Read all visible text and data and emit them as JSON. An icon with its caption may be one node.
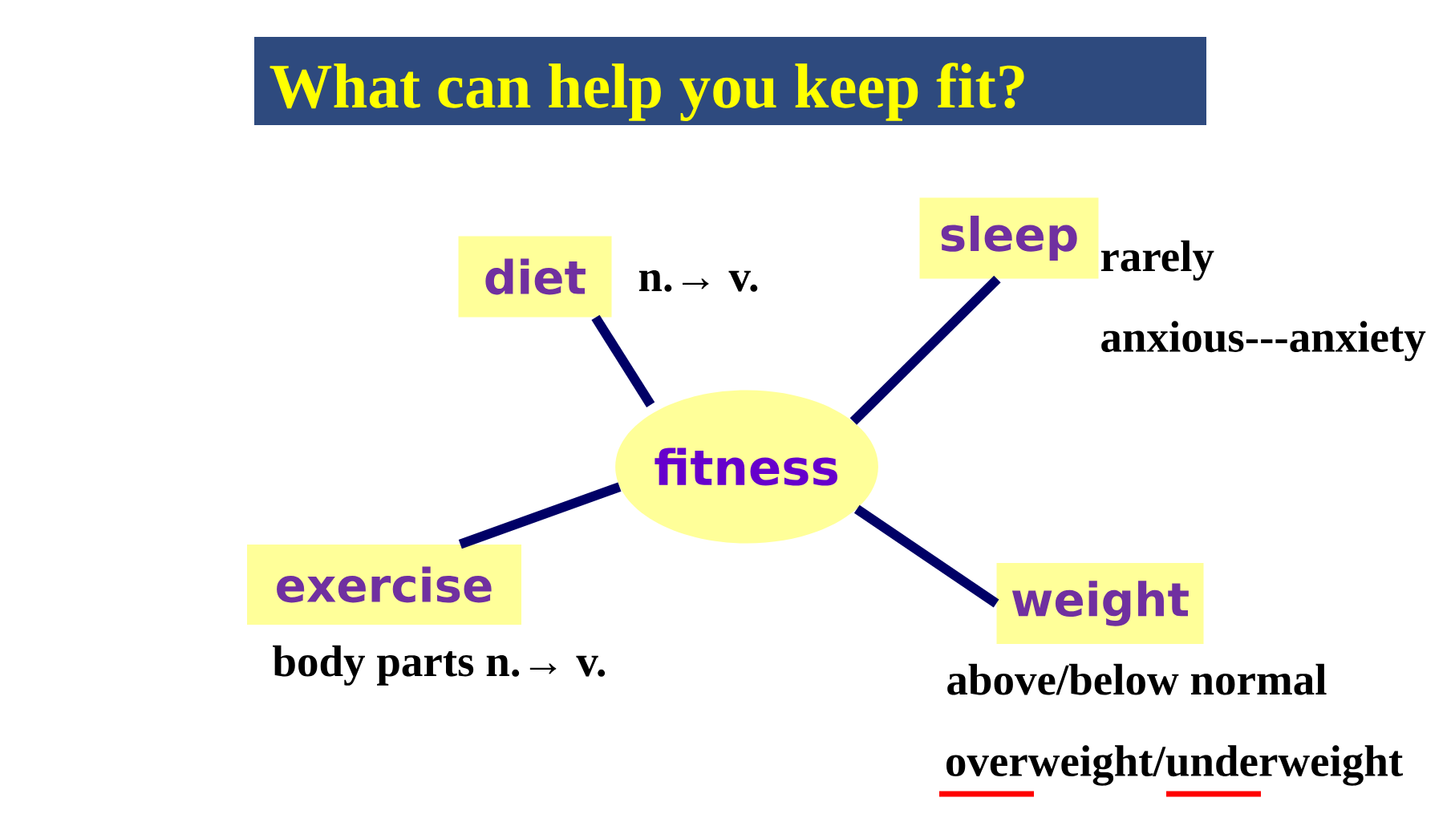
{
  "diagram": {
    "title": "What can help you keep fit?",
    "nodes": [
      {
        "text": [
          "fitness"
        ]
      },
      {
        "text": [
          "diet"
        ],
        "beside": [
          "n.→ v."
        ]
      },
      {
        "text": [
          "sleep"
        ],
        "beside": [
          "rarely",
          "anxious---anxiety"
        ]
      },
      {
        "text": [
          "exercise"
        ],
        "beside": [
          "body parts n.→ v."
        ]
      },
      {
        "text": [
          "weight"
        ],
        "beside": [
          "above/below normal",
          "overweight/underweight"
        ]
      }
    ],
    "edges": [
      {
        "from": 0,
        "to": 1,
        "arrow": "none"
      },
      {
        "from": 0,
        "to": 2,
        "arrow": "none"
      },
      {
        "from": 0,
        "to": 3,
        "arrow": "none"
      },
      {
        "from": 0,
        "to": 4,
        "arrow": "none"
      }
    ]
  }
}
